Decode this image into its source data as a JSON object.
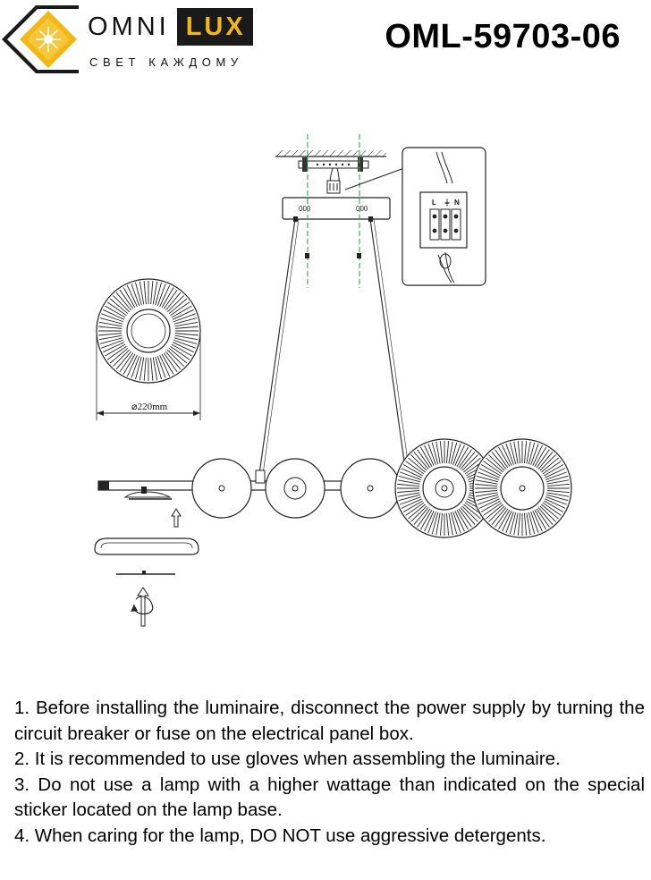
{
  "brand": {
    "name_part1": "OMNI",
    "name_part2": "LUX",
    "tagline": "СВЕТ КАЖДОМУ",
    "colors": {
      "accent": "#f2b714",
      "dark": "#1a1a1a"
    }
  },
  "model": "OML-59703-06",
  "diagram": {
    "dimension_label": "⌀220mm",
    "terminal_labels": [
      "L",
      "⏚",
      "N"
    ],
    "icons": [
      "ceiling-mount-icon",
      "terminal-block-icon",
      "rotate-install-icon",
      "up-arrow-icon"
    ]
  },
  "notes": [
    "1. Before installing the luminaire, disconnect the power supply by turning the circuit breaker or fuse on the electrical panel box.",
    "2. It is recommended to use gloves when assembling the luminaire.",
    "3. Do not use a lamp with a higher wattage than indicated on the special sticker located on the lamp base.",
    "4. When caring for the lamp, DO NOT use aggressive detergents."
  ]
}
